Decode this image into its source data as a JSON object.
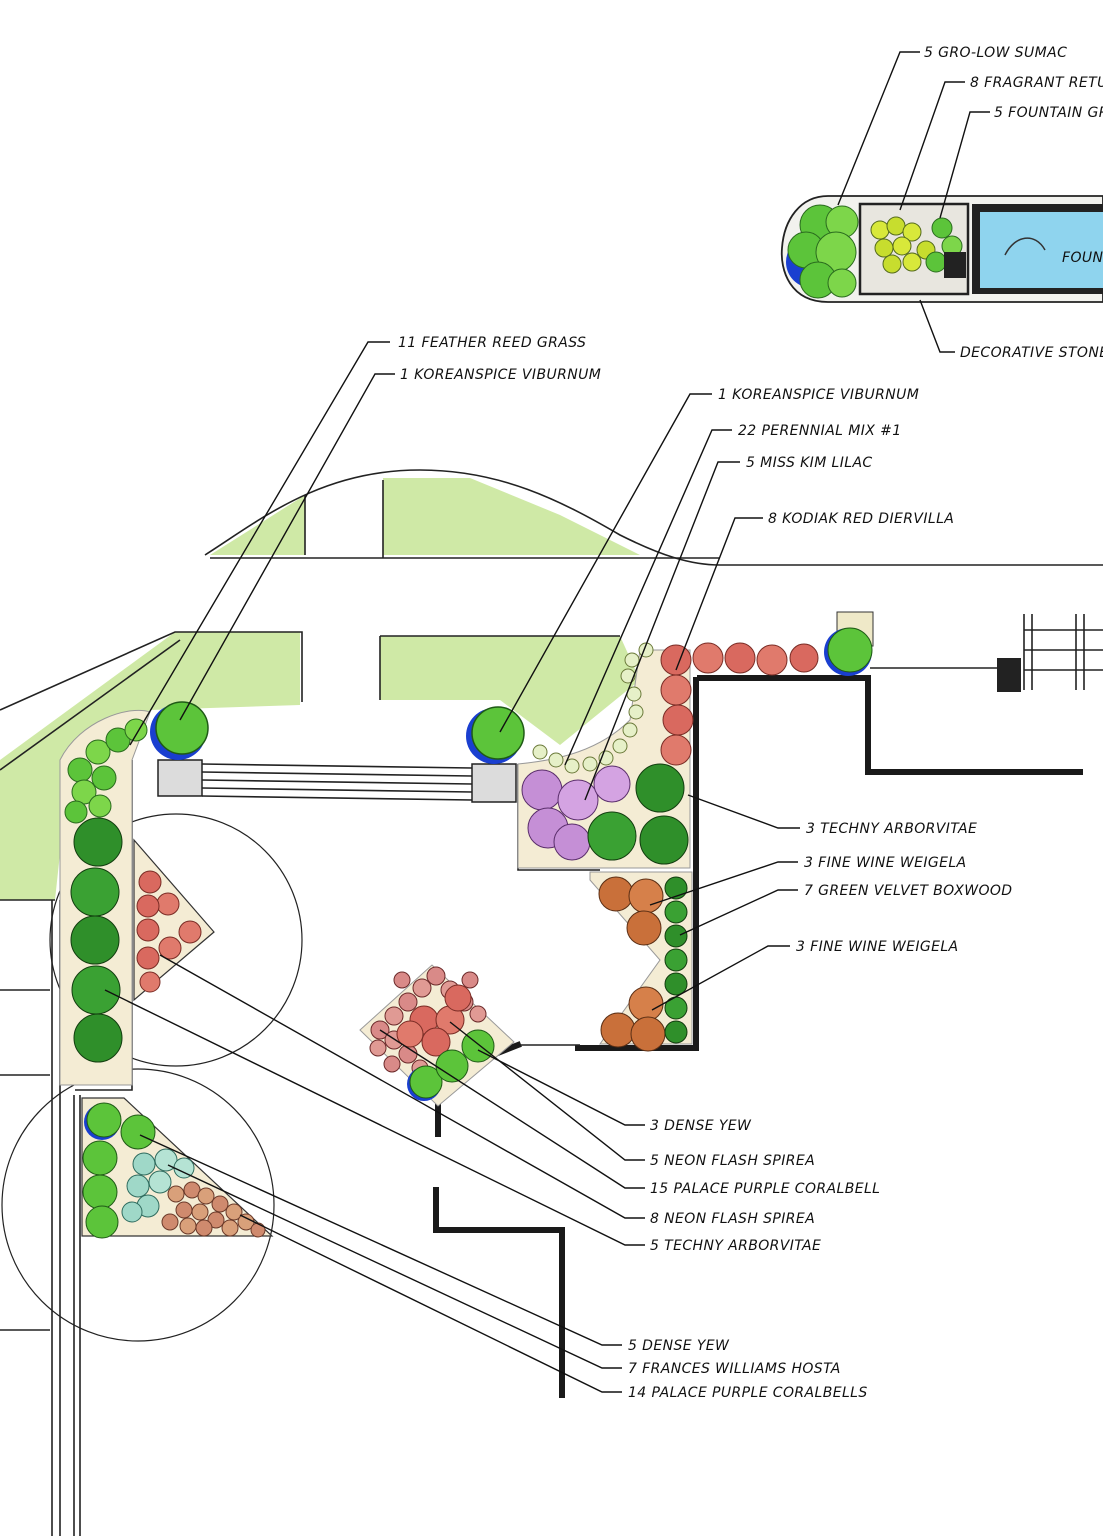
{
  "plant_labels": [
    {
      "id": "gro-low-sumac",
      "text": "5 GRO-LOW SUMAC"
    },
    {
      "id": "fragrant-returns",
      "text": "8 FRAGRANT RETU"
    },
    {
      "id": "fountain-grass-top",
      "text": "5 FOUNTAIN GR"
    },
    {
      "id": "decorative-stone",
      "text": "DECORATIVE STONE"
    },
    {
      "id": "feather-reed-grass",
      "text": "11 FEATHER REED GRASS"
    },
    {
      "id": "koreanspice-viburnum-left",
      "text": "1 KOREANSPICE VIBURNUM"
    },
    {
      "id": "koreanspice-viburnum-right",
      "text": "1 KOREANSPICE VIBURNUM"
    },
    {
      "id": "perennial-mix",
      "text": "22 PERENNIAL MIX #1"
    },
    {
      "id": "miss-kim-lilac",
      "text": "5 MISS KIM LILAC"
    },
    {
      "id": "kodiak-red-diervilla",
      "text": "8 KODIAK RED DIERVILLA"
    },
    {
      "id": "techny-arborvitae-3",
      "text": "3 TECHNY ARBORVITAE"
    },
    {
      "id": "fine-wine-weigela-a",
      "text": "3 FINE WINE WEIGELA"
    },
    {
      "id": "green-velvet-boxwood",
      "text": "7 GREEN VELVET BOXWOOD"
    },
    {
      "id": "fine-wine-weigela-b",
      "text": "3 FINE WINE WEIGELA"
    },
    {
      "id": "dense-yew-3",
      "text": "3 DENSE YEW"
    },
    {
      "id": "neon-flash-spirea-5",
      "text": "5 NEON FLASH SPIREA"
    },
    {
      "id": "palace-purple-coralbell",
      "text": "15 PALACE PURPLE CORALBELL"
    },
    {
      "id": "neon-flash-spirea-8",
      "text": "8 NEON FLASH SPIREA"
    },
    {
      "id": "techny-arborvitae-5",
      "text": "5 TECHNY ARBORVITAE"
    },
    {
      "id": "dense-yew-5",
      "text": "5 DENSE YEW"
    },
    {
      "id": "frances-williams-hosta",
      "text": "7 FRANCES WILLIAMS HOSTA"
    },
    {
      "id": "palace-purple-coralbells-14",
      "text": "14 PALACE PURPLE CORALBELLS"
    }
  ],
  "feature_labels": {
    "fountain": "FOUN"
  },
  "colors": {
    "turf": "#cfe9a6",
    "evergreen": "#5cc43a",
    "evergreen_dark": "#2f8f2a",
    "red_shrub": "#d9695f",
    "orange_shrub": "#c9703a",
    "purple_perennial": "#c58fd6",
    "blue_shadow": "#1a3fd0",
    "water": "#8fd4ee",
    "wall": "#1a1a1a"
  }
}
